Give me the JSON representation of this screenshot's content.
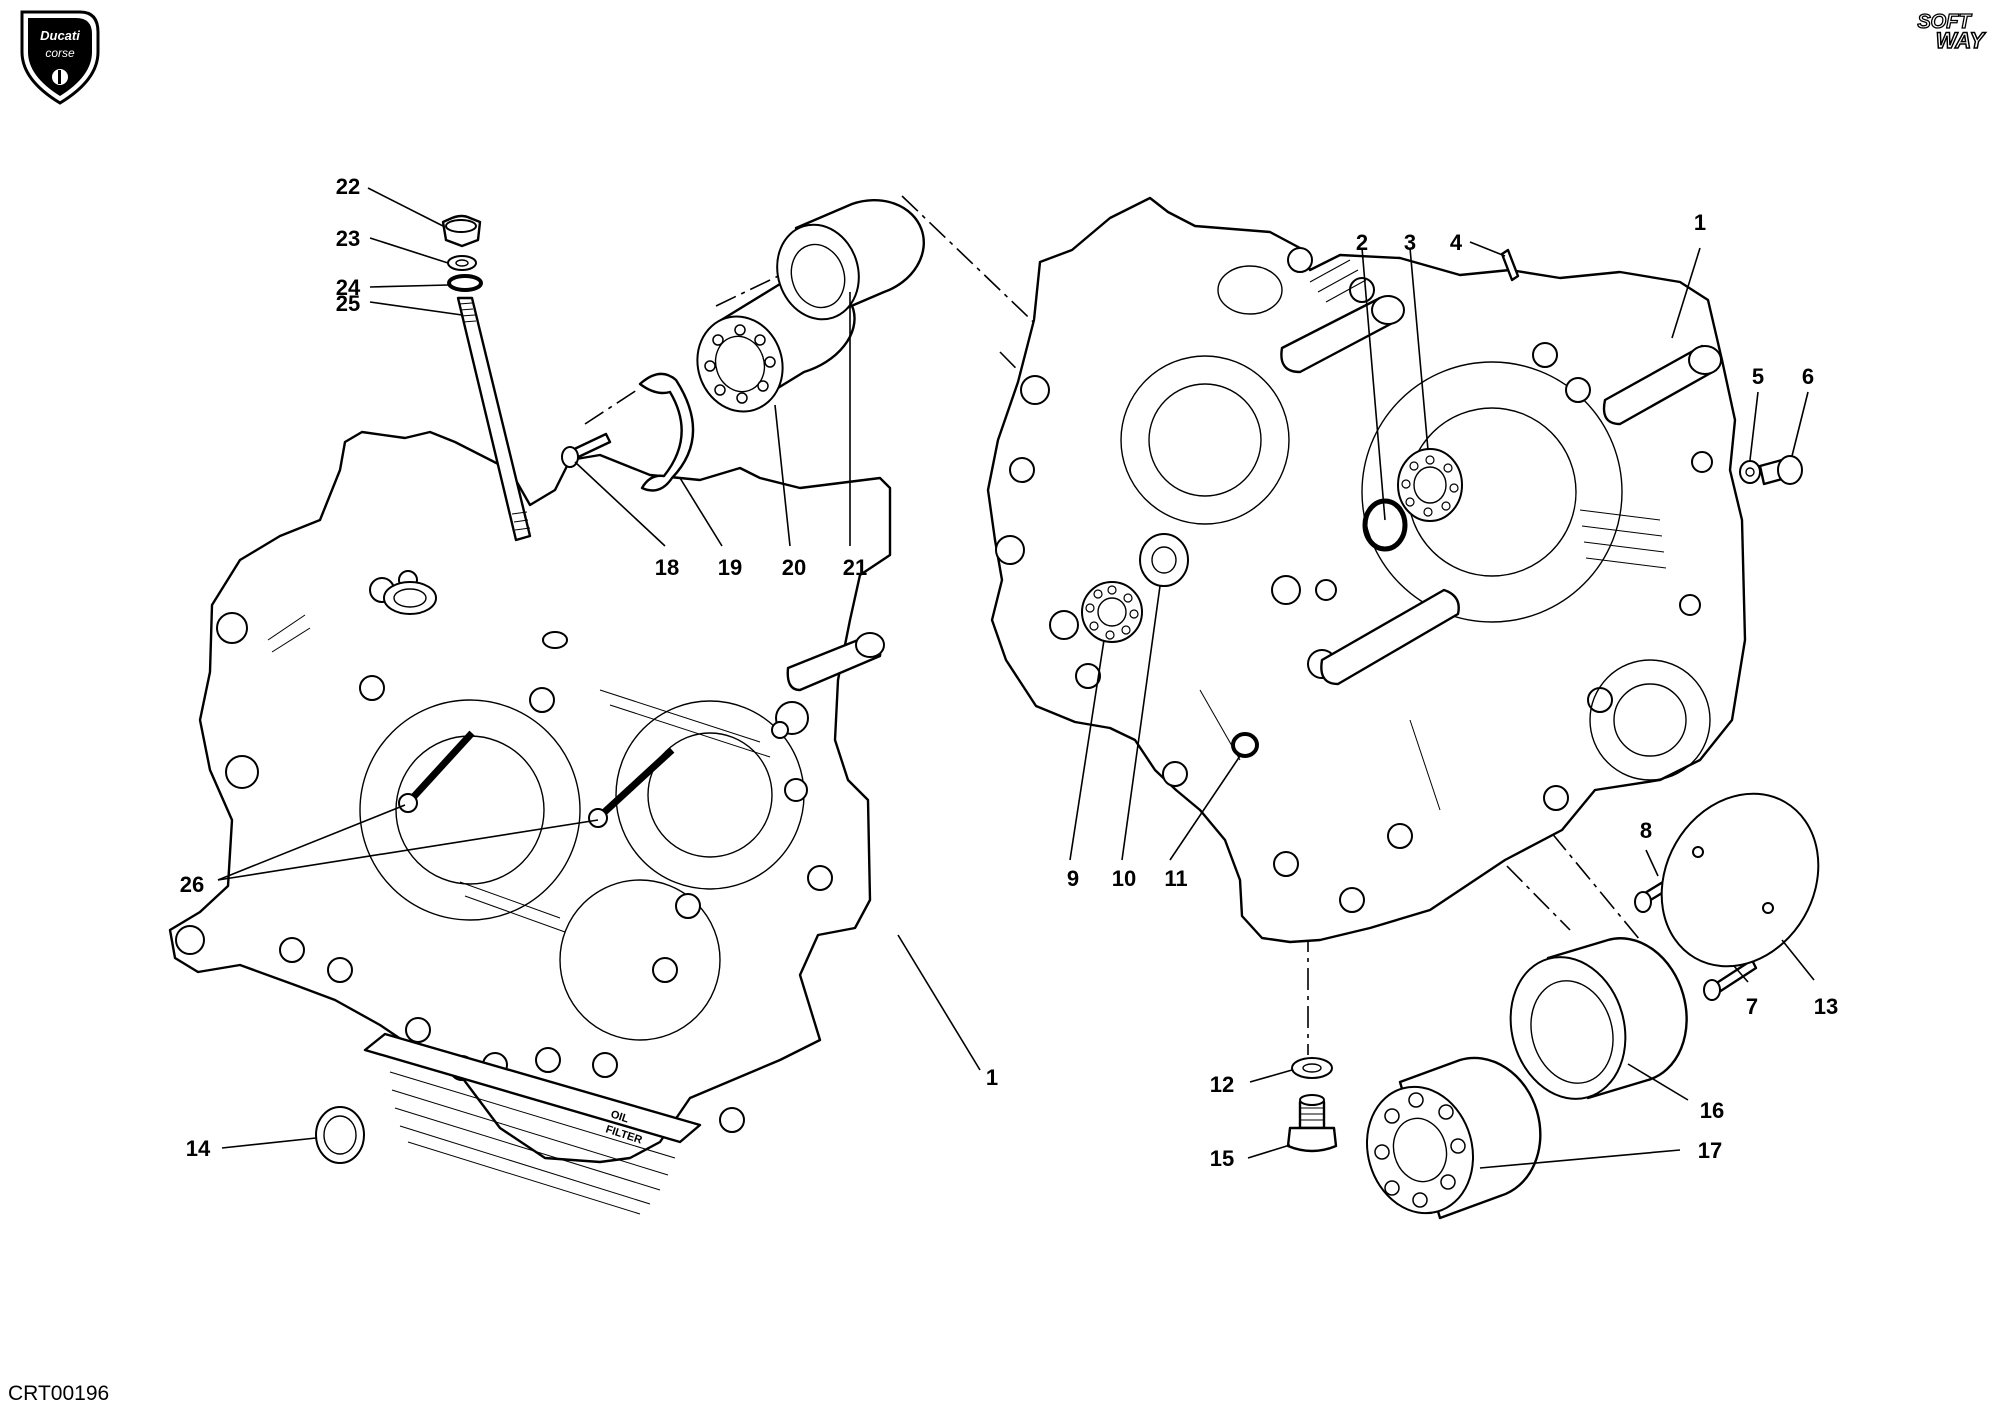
{
  "logos": {
    "left_brand_top": "Ducati",
    "left_brand_bottom": "corse",
    "right_brand_top": "SOFT",
    "right_brand_bottom": "WAY"
  },
  "reference_code": "CRT00196",
  "callouts": {
    "c1a": "1",
    "c1b": "1",
    "c2": "2",
    "c3": "3",
    "c4": "4",
    "c5": "5",
    "c6": "6",
    "c7": "7",
    "c8": "8",
    "c9": "9",
    "c10": "10",
    "c11": "11",
    "c12": "12",
    "c13": "13",
    "c14": "14",
    "c15": "15",
    "c16": "16",
    "c17": "17",
    "c18": "18",
    "c19": "19",
    "c20": "20",
    "c21": "21",
    "c22": "22",
    "c23": "23",
    "c24": "24",
    "c25": "25",
    "c26": "26"
  },
  "stamped_text": {
    "oil": "OIL",
    "filter": "FILTER"
  }
}
